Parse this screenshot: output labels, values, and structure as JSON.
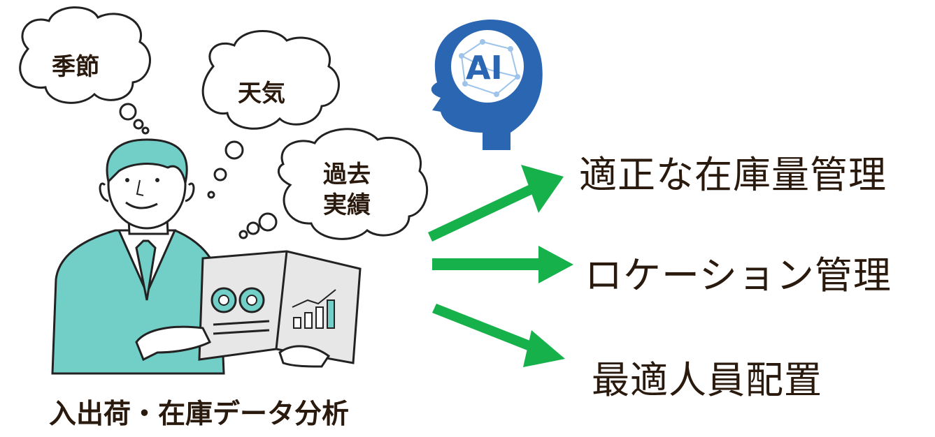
{
  "thought_bubbles": [
    {
      "label": "季節"
    },
    {
      "label": "天気"
    },
    {
      "label": "過去\n実績"
    }
  ],
  "ai_badge": {
    "label": "AI",
    "color": "#2b66b3"
  },
  "outputs": [
    {
      "label": "適正な在庫量管理"
    },
    {
      "label": "ロケーション管理"
    },
    {
      "label": "最適人員配置"
    }
  ],
  "caption": "入出荷・在庫データ分析",
  "colors": {
    "arrow": "#17b14b",
    "figure": "#72cfc8",
    "text": "#2a1a0e",
    "outline": "#222222"
  }
}
